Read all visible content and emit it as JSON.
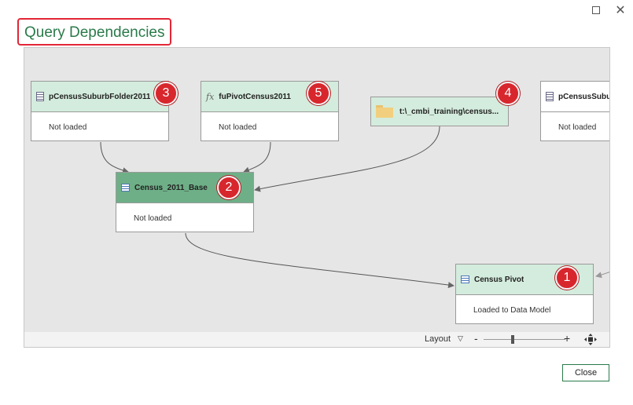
{
  "window": {
    "maximize_icon": "maximize-icon",
    "close_icon": "close-icon",
    "close_glyph": "✕"
  },
  "dialog": {
    "title": "Query Dependencies"
  },
  "nodes": [
    {
      "name": "pCensusSuburbFolder2011",
      "status": "Not loaded",
      "icon": "parameter-icon",
      "badge": "3"
    },
    {
      "name": "fuPivotCensus2011",
      "status": "Not loaded",
      "icon": "function-icon",
      "icon_glyph": "fx",
      "badge": "5"
    },
    {
      "name": "t:\\_cmbi_training\\census...",
      "icon": "folder-icon",
      "badge": "4"
    },
    {
      "name": "pCensusSubu",
      "status": "Not loaded",
      "icon": "parameter-icon"
    },
    {
      "name": "Census_2011_Base",
      "status": "Not loaded",
      "icon": "table-icon",
      "badge": "2",
      "selected": true
    },
    {
      "name": "Census Pivot",
      "status": "Loaded to Data Model",
      "icon": "table-icon",
      "badge": "1"
    }
  ],
  "statusbar": {
    "layout_label": "Layout",
    "layout_caret": "▽",
    "zoom_minus": "-",
    "zoom_plus": "+",
    "zoom_level_fraction": 0.35
  },
  "footer": {
    "close_label": "Close"
  },
  "colors": {
    "title_green": "#2a7a4a",
    "highlight_red": "#e32636",
    "node_header": "#d4ecdd",
    "node_header_selected": "#6eaf87",
    "badge_red": "#d8262d"
  }
}
